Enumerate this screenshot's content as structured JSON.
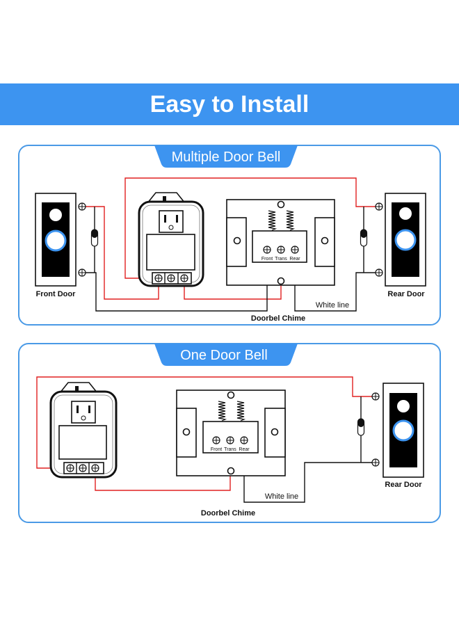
{
  "banner": {
    "title": "Easy to Install",
    "color": "#3d94f0"
  },
  "panels": [
    {
      "title": "Multiple Door Bell",
      "front_door": "Front Door",
      "rear_door": "Rear Door",
      "white_line": "White line",
      "chime": "Doorbel Chime",
      "terminals": [
        "Front",
        "Trans",
        "Rear"
      ]
    },
    {
      "title": "One Door Bell",
      "rear_door": "Rear Door",
      "white_line": "White line",
      "chime": "Doorbel Chime",
      "terminals": [
        "Front",
        "Trans",
        "Rear"
      ]
    }
  ],
  "colors": {
    "accent": "#3d94f0",
    "wire_red": "#e02020",
    "wire_black": "#111111"
  }
}
